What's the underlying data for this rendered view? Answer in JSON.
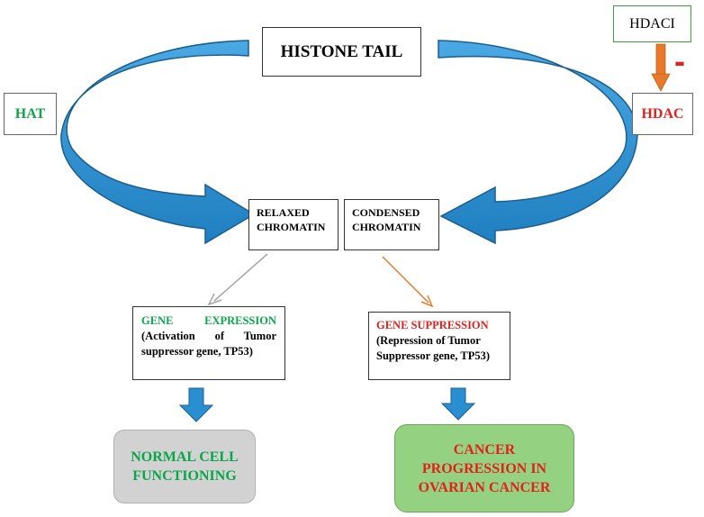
{
  "histone_tail": "HISTONE TAIL",
  "hat": "HAT",
  "hdaci": "HDACI",
  "hdac": "HDAC",
  "minus_sign": "-",
  "relaxed": {
    "line1": "RELAXED",
    "line2": "CHROMATIN"
  },
  "condensed": {
    "line1": "CONDENSED",
    "line2": "CHROMATIN"
  },
  "gene_expression": {
    "title": "GENE EXPRESSION",
    "line1": "(Activation of Tumor",
    "line2": "suppressor gene, TP53)"
  },
  "gene_suppression": {
    "title": "GENE SUPPRESSION",
    "line1": "(Repression of Tumor",
    "line2": "Suppressor gene, TP53)"
  },
  "normal": {
    "line1": "NORMAL CELL",
    "line2": "FUNCTIONING"
  },
  "cancer": {
    "line1": "CANCER",
    "line2": "PROGRESSION IN",
    "line3": "OVARIAN CANCER"
  },
  "colors": {
    "arc_blue": "#2a8fd0",
    "arc_edge": "#1b5f8f",
    "hat_green": "#0aa64a",
    "hdac_red": "#e3211c",
    "orange_arrow": "#e8792a",
    "grey_arrow": "#a6a6a6",
    "normal_fill": "#d2d2d2",
    "cancer_fill": "#94d282"
  }
}
